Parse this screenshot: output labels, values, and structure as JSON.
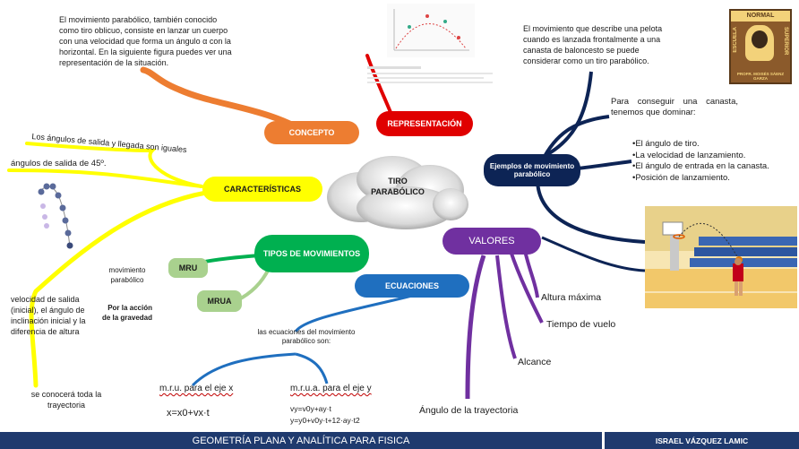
{
  "center": {
    "title": "TIRO PARABÓLICO"
  },
  "nodes": {
    "concepto": "CONCEPTO",
    "representacion": "REPRESENTACIÓN",
    "caracteristicas": "CARACTERÍSTICAS",
    "tipos": "TIPOS DE MOVIMIENTOS",
    "mru": "MRU",
    "mrua": "MRUA",
    "ecuaciones": "ECUACIONES",
    "valores": "VALORES",
    "ejemplos": "Ejemplos de movimiento parabólico"
  },
  "texts": {
    "concepto_desc": "El movimiento parabólico, también conocido como tiro oblicuo, consiste en lanzar un cuerpo con una velocidad que forma un ángulo α con la horizontal. En la siguiente figura puedes ver una representación de la situación.",
    "angulos_iguales": "Los ángulos de salida y llegada son iguales",
    "angulos_45": "ángulos de salida de 45º.",
    "velocidad_salida": "velocidad de salida (inicial), el ángulo de inclinación inicial y la diferencia de altura",
    "se_conocera": "se conocerá toda la trayectoria",
    "mov_parabolico": "movimiento parabólico",
    "por_accion": "Por la acción de la gravedad",
    "ecuaciones_intro": "las ecuaciones del movimiento parabólico son:",
    "mru_label": "m.r.u. para el eje x",
    "mru_eq": "x=x0+vx·t",
    "mrua_label": "m.r.u.a. para el eje y",
    "mrua_eq1": "vy=v0y+ay·t",
    "mrua_eq2": "y=y0+v0y·t+12·ay·t2",
    "pelota": "El movimiento que describe una pelota cuando es lanzada frontalmente a una canasta de baloncesto se puede considerar como un tiro parabólico.",
    "canasta_intro": "Para conseguir una canasta, tenemos que dominar:",
    "dominar": [
      "•El ángulo de tiro.",
      "•La velocidad de lanzamiento.",
      "•El ángulo de entrada en la canasta.",
      "•Posición de lanzamiento."
    ],
    "altura": "Altura máxima",
    "tiempo": "Tiempo de vuelo",
    "alcance": "Alcance",
    "angulo_trayectoria": "Ángulo de la trayectoria"
  },
  "logo": {
    "top": "NORMAL",
    "left": "ESCUELA",
    "right": "SUPERIOR",
    "bottom": "PROFR. MOISÉS SÁENZ GARZA"
  },
  "footer": {
    "left": "GEOMETRÍA PLANA Y ANALÍTICA PARA FISICA",
    "right": "ISRAEL VÁZQUEZ LAMIC"
  },
  "colors": {
    "orange": "#ed7d31",
    "red": "#e00000",
    "yellow": "#ffff00",
    "green": "#00b050",
    "lightgreen": "#a9d18e",
    "blue": "#1f6fbf",
    "purple": "#7030a0",
    "navy": "#0d2455"
  }
}
